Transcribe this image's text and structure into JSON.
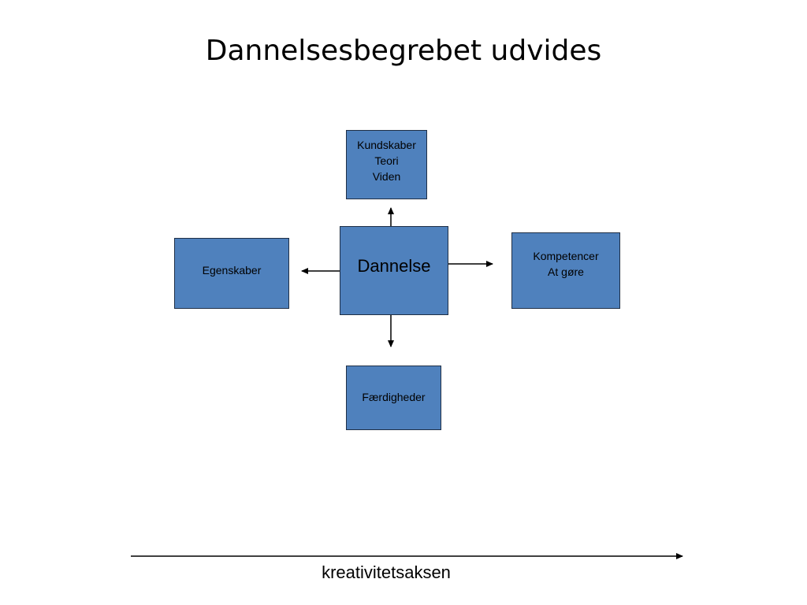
{
  "title": "Dannelsesbegrebet udvides",
  "center": {
    "label": "Dannelse"
  },
  "nodes": {
    "top": {
      "lines": [
        "Kundskaber",
        "Teori",
        "Viden"
      ]
    },
    "left": {
      "lines": [
        "Egenskaber"
      ]
    },
    "right": {
      "lines": [
        "Kompetencer",
        "At gøre"
      ]
    },
    "bottom": {
      "lines": [
        "Færdigheder"
      ]
    }
  },
  "axis": {
    "label": "kreativitetsaksen"
  },
  "colors": {
    "box_fill": "#4f81bd",
    "box_border": "#1f2f46",
    "text": "#000000",
    "background": "#ffffff"
  }
}
